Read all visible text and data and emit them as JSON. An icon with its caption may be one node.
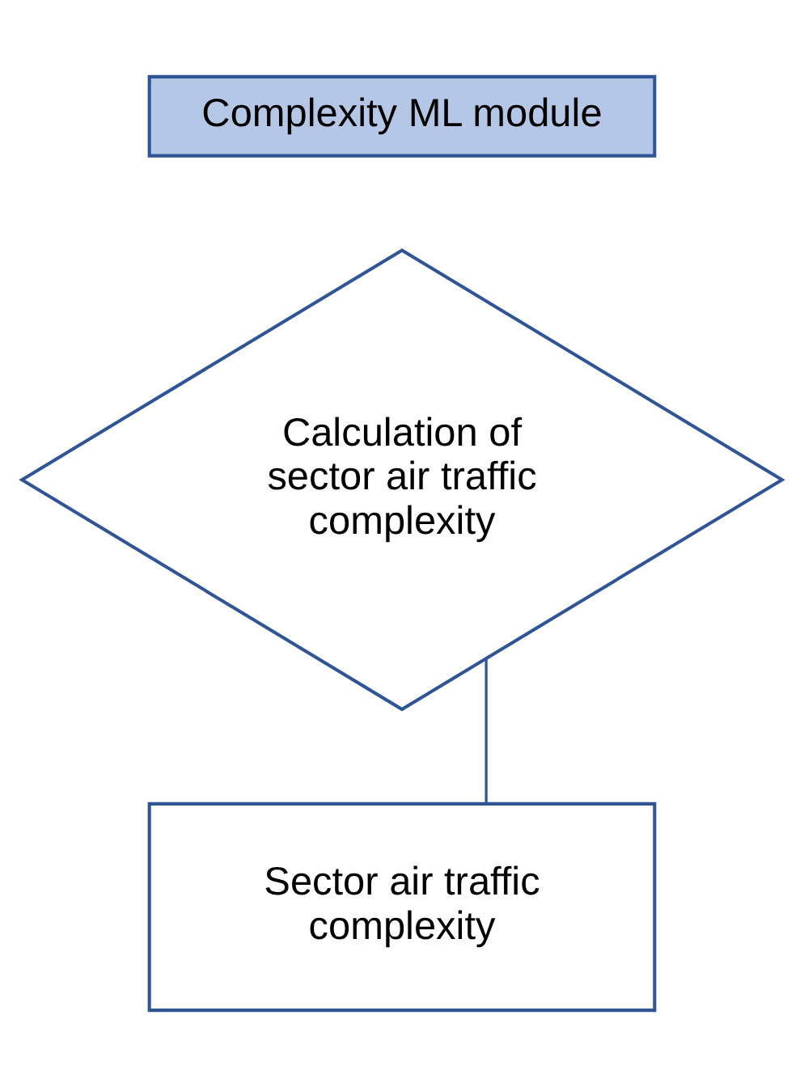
{
  "diagram": {
    "nodes": [
      {
        "text": [
          "Complexity ML module"
        ]
      },
      {
        "text": [
          "Calculation of sector air traffic complexity"
        ]
      },
      {
        "text": [
          "Sector air traffic complexity"
        ]
      }
    ],
    "edges": [
      {
        "from": 1,
        "to": 2,
        "arrow": "none"
      }
    ]
  }
}
